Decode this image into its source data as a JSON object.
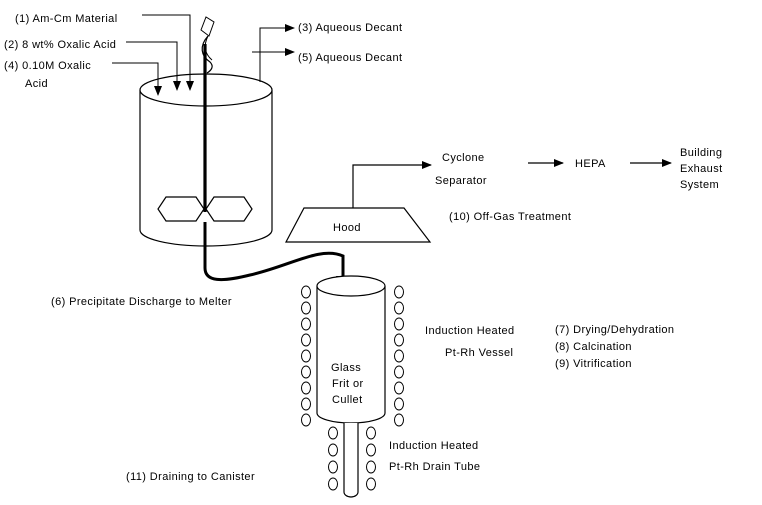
{
  "inputs": {
    "am_cm": "(1) Am-Cm Material",
    "oxalic_8": "(2) 8  wt% Oxalic Acid",
    "oxalic_010_line1": "(4) 0.10M Oxalic",
    "oxalic_010_line2": "Acid"
  },
  "decants": {
    "decant_3": "(3) Aqueous Decant",
    "decant_5": "(5) Aqueous Decant"
  },
  "offgas": {
    "hood": "Hood",
    "cyclone_line1": "Cyclone",
    "cyclone_line2": "Separator",
    "hepa": "HEPA",
    "exhaust_line1": "Building",
    "exhaust_line2": "Exhaust",
    "exhaust_line3": "System",
    "treatment": "(10) Off-Gas Treatment"
  },
  "melter": {
    "discharge": "(6) Precipitate Discharge to Melter",
    "vessel_line1": "Induction Heated",
    "vessel_line2": "Pt-Rh Vessel",
    "glass_line1": "Glass",
    "glass_line2": "Frit or",
    "glass_line3": "Cullet",
    "drain_line1": "Induction Heated",
    "drain_line2": "Pt-Rh Drain Tube",
    "draining": "(11) Draining to Canister"
  },
  "steps": {
    "step_7": "(7) Drying/Dehydration",
    "step_8": "(8) Calcination",
    "step_9": "(9) Vitrification"
  }
}
